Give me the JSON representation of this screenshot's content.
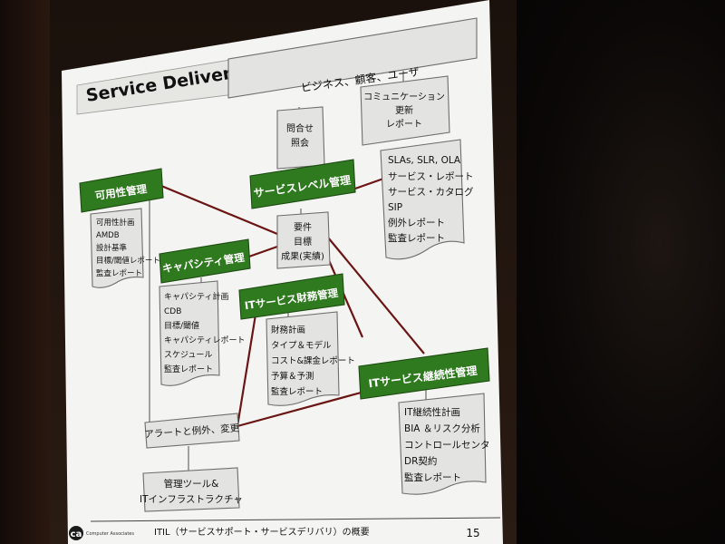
{
  "slide": {
    "title": "Service Delivery Model",
    "footer_text": "ITIL（サービスサポート・サービスデリバリ）の概要",
    "page_number": "15",
    "logo_text": "ca",
    "logo_company": "Computer Associates"
  },
  "boxes": {
    "business": "ビジネス、顧客、ユーザ",
    "inquiry": [
      "問合せ",
      "照会"
    ],
    "communication": [
      "コミュニケーション",
      "更新",
      "レポート"
    ],
    "requirements": [
      "要件",
      "目標",
      "成果(実績)"
    ],
    "alerts": "アラートと例外、変更",
    "tools": [
      "管理ツール&",
      "ITインフラストラクチャ"
    ]
  },
  "processes": {
    "availability": "可用性管理",
    "service_level": "サービスレベル管理",
    "capacity": "キャパシティ管理",
    "financial": "ITサービス財務管理",
    "continuity": "ITサービス継続性管理"
  },
  "documents": {
    "availability": [
      "可用性計画",
      "AMDB",
      "設計基準",
      "目標/閾値レポート",
      "監査レポート"
    ],
    "service_level": [
      "SLAs, SLR, OLA",
      "サービス・レポート",
      "サービス・カタログ",
      "SIP",
      "例外レポート",
      "監査レポート"
    ],
    "capacity": [
      "キャパシティ計画",
      "CDB",
      "目標/閾値",
      "キャパシティレポート",
      "スケジュール",
      "監査レポート"
    ],
    "financial": [
      "財務計画",
      "タイプ＆モデル",
      "コスト&課金レポート",
      "予算＆予測",
      "監査レポート"
    ],
    "continuity": [
      "IT継続性計画",
      "BIA ＆リスク分析",
      "コントロールセンタ",
      "DR契約",
      "監査レポート"
    ]
  }
}
